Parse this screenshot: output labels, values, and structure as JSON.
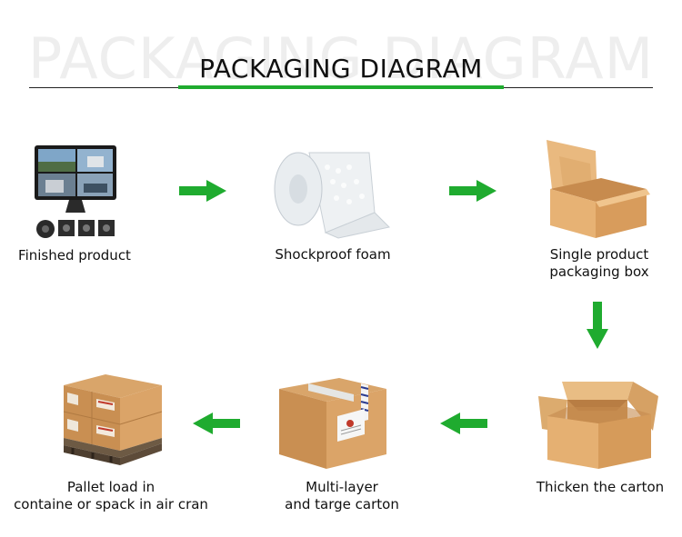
{
  "watermark": "PACKAGING DIAGRAM",
  "title": "PACKAGING DIAGRAM",
  "accent_color": "#1fab2f",
  "steps": [
    {
      "label_line1": "Finished product",
      "label_line2": "",
      "icon": "monitor-camera-kit-icon"
    },
    {
      "label_line1": "Shockproof foam",
      "label_line2": "",
      "icon": "bubble-wrap-roll-icon"
    },
    {
      "label_line1": "Single product",
      "label_line2": "packaging box",
      "icon": "open-product-box-icon"
    },
    {
      "label_line1": "Thicken the carton",
      "label_line2": "",
      "icon": "open-carton-icon"
    },
    {
      "label_line1": "Multi-layer",
      "label_line2": "and targe carton",
      "icon": "sealed-carton-icon"
    },
    {
      "label_line1": "Pallet load in",
      "label_line2": "containe or spack in air cran",
      "icon": "pallet-load-icon"
    }
  ],
  "arrows": [
    "arrow-right-icon",
    "arrow-right-icon",
    "arrow-down-icon",
    "arrow-left-icon",
    "arrow-left-icon"
  ]
}
